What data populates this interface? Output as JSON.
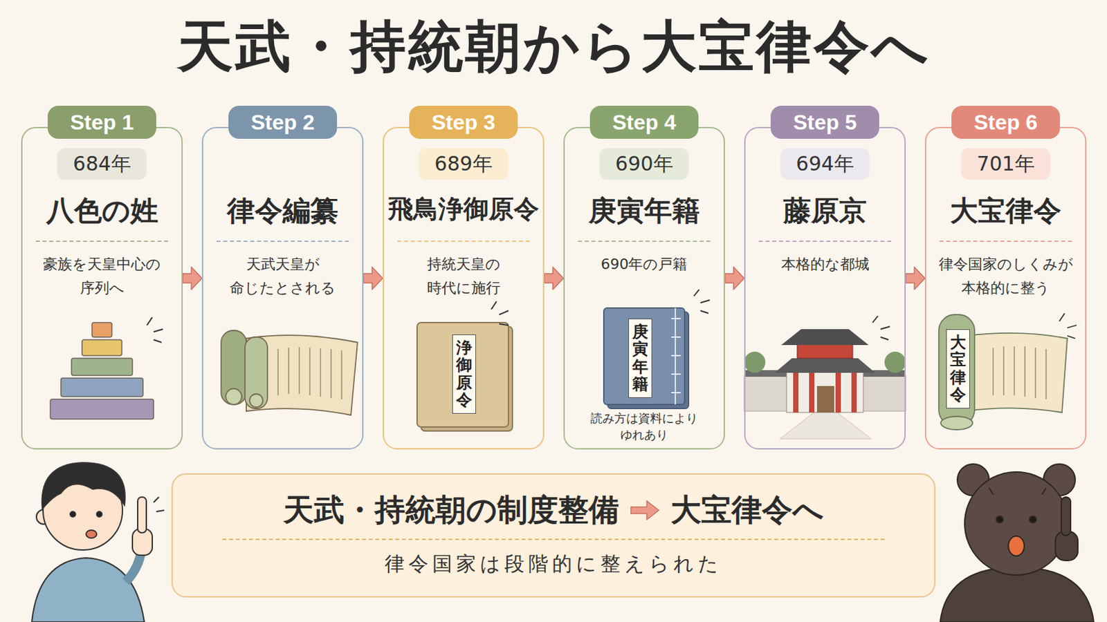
{
  "diagram": {
    "title": "天武・持統朝から大宝律令へ",
    "nodes": [
      {
        "text": [
          "Step 1",
          "684年",
          "八色の姓",
          "豪族を天皇中心の 序列へ"
        ]
      },
      {
        "text": [
          "Step 2",
          "律令編纂",
          "天武天皇が 命じたとされる"
        ]
      },
      {
        "text": [
          "Step 3",
          "689年",
          "飛鳥浄御原令",
          "持統天皇の 時代に施行"
        ]
      },
      {
        "text": [
          "Step 4",
          "690年",
          "庚寅年籍",
          "690年の戸籍",
          "読み方は資料により ゆれあり"
        ]
      },
      {
        "text": [
          "Step 5",
          "694年",
          "藤原京",
          "本格的な都城"
        ]
      },
      {
        "text": [
          "Step 6",
          "701年",
          "大宝律令",
          "律令国家のしくみが 本格的に整う"
        ]
      },
      {
        "text": [
          "天武・持統朝の制度整備",
          "大宝律令へ",
          "律令国家は段階的に整えられた"
        ]
      }
    ],
    "edges": [
      {
        "from": 0,
        "to": 1,
        "arrow": "to"
      },
      {
        "from": 1,
        "to": 2,
        "arrow": "to"
      },
      {
        "from": 2,
        "to": 3,
        "arrow": "to"
      },
      {
        "from": 3,
        "to": 4,
        "arrow": "to"
      },
      {
        "from": 4,
        "to": 5,
        "arrow": "to"
      }
    ],
    "labels": [
      "浄御原令",
      "庚寅年籍",
      "大宝律令"
    ]
  }
}
